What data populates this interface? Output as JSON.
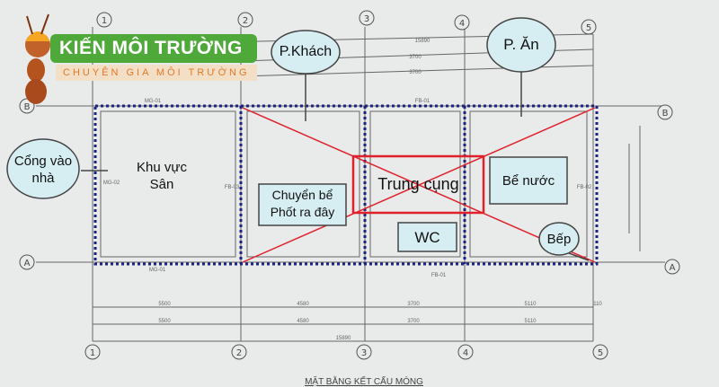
{
  "logo": {
    "title": "KIẾN MÔI TRƯỜNG",
    "subtitle": "CHUYÊN GIA MÔI TRƯỜNG"
  },
  "drawing": {
    "title": "MẶT BẰNG KẾT CẤU MÓNG",
    "grid_axes": [
      "1",
      "2",
      "3",
      "4",
      "5"
    ],
    "row_axes": [
      "B",
      "A"
    ],
    "dimensions_top": [
      "15890",
      "3700",
      "3700"
    ],
    "dimensions_bottom_1": [
      "5500",
      "4580",
      "3700",
      "5110",
      "110"
    ],
    "dimensions_bottom_2": [
      "5500",
      "4580",
      "3700",
      "5110"
    ],
    "dimension_total": "15890",
    "beam_labels": [
      "MG-01",
      "MG-01",
      "FB-01",
      "FB-01",
      "FB-03",
      "FB-02",
      "MG-02"
    ]
  },
  "annotations": {
    "gate": "Cổng vào nhà",
    "yard": "Khu vực Sân",
    "living": "P.Khách",
    "dining": "P. Ăn",
    "septic": "Chuyển bể Phốt ra đây",
    "center": "Trung cụng",
    "water_tank": "Bể nước",
    "wc": "WC",
    "kitchen": "Bếp"
  },
  "colors": {
    "dotted_outline": "#1a237e",
    "red_mark": "#e0202a",
    "bubble": "#d6eef2",
    "logo_green": "#4fa83a",
    "logo_orange": "#e07a2a"
  }
}
